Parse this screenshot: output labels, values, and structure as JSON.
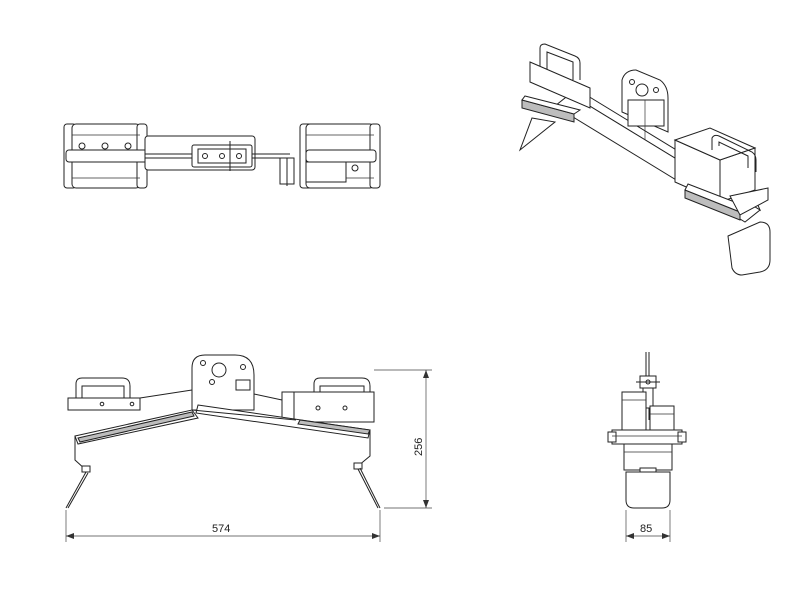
{
  "drawing": {
    "dimensions": {
      "overall_width": "574",
      "overall_height": "256",
      "side_width": "85"
    }
  }
}
